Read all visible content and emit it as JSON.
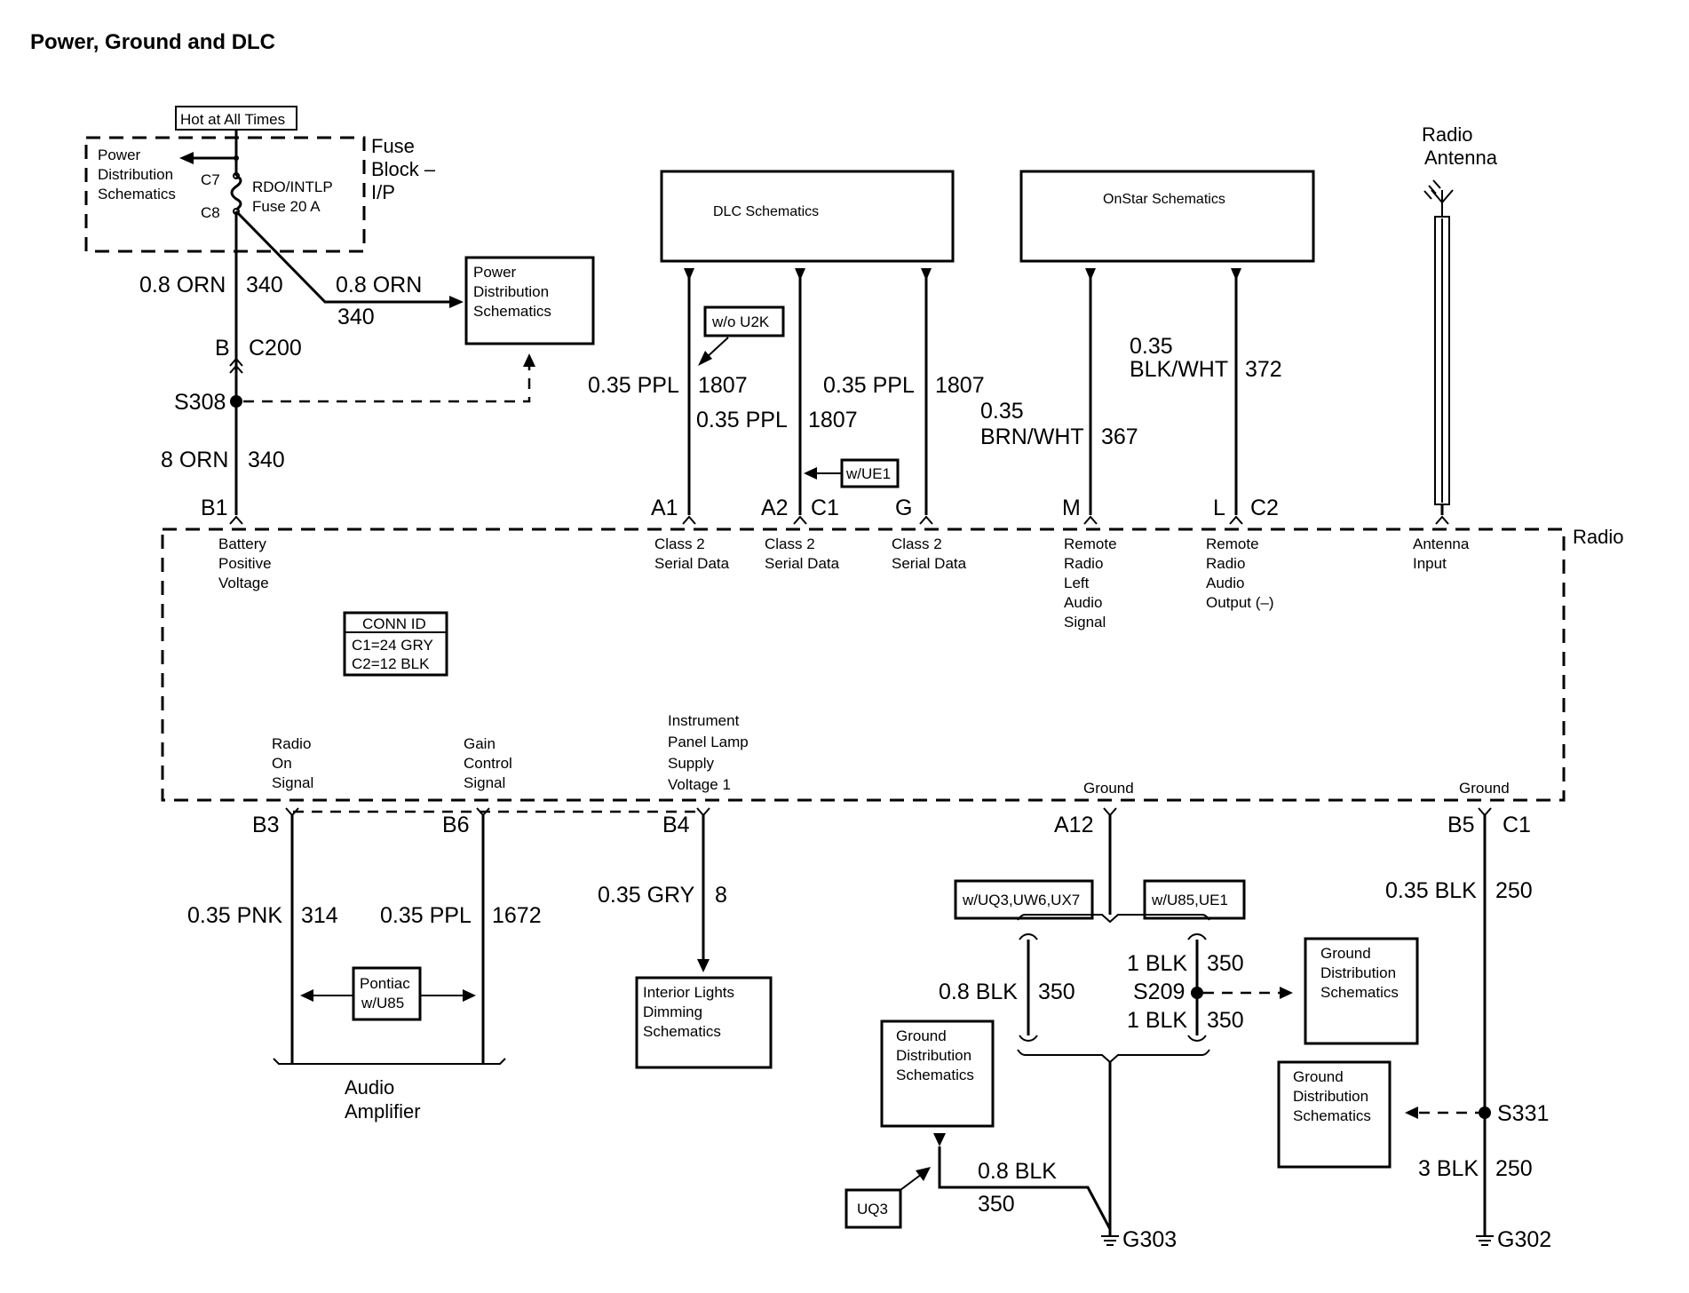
{
  "title": "Power, Ground and DLC",
  "hot_label": "Hot at All Times",
  "fuse_block": {
    "line1": "Fuse",
    "line2": "Block –",
    "line3": "I/P"
  },
  "power_dist": [
    "Power",
    "Distribution",
    "Schematics"
  ],
  "fuse": {
    "c7": "C7",
    "c8": "C8",
    "name": "RDO/INTLP",
    "rating": "Fuse 20 A"
  },
  "wires": {
    "w340a": "0.8 ORN",
    "c340a": "340",
    "w340b": "0.8 ORN",
    "c340b": "340",
    "conn_b": "B",
    "c200": "C200",
    "s308": "S308",
    "w340c": "8 ORN",
    "c340c": "340",
    "wo_u2k": "w/o U2K",
    "w1807a": "0.35 PPL",
    "c1807a": "1807",
    "w1807b": "0.35 PPL",
    "c1807b": "1807",
    "w1807c": "0.35 PPL",
    "c1807c": "1807",
    "w_ue1": "w/UE1",
    "w367a": "0.35",
    "w367b": "BRN/WHT",
    "c367": "367",
    "w372a": "0.35",
    "w372b": "BLK/WHT",
    "c372": "372"
  },
  "dlc_box": "DLC Schematics",
  "onstar_box": "OnStar Schematics",
  "antenna": {
    "line1": "Radio",
    "line2": "Antenna"
  },
  "top_pins": {
    "b1": "B1",
    "a1": "A1",
    "a2": "A2",
    "c1": "C1",
    "g": "G",
    "m": "M",
    "l": "L",
    "c2": "C2"
  },
  "radio_label": "Radio",
  "pin_labels": {
    "b1": [
      "Battery",
      "Positive",
      "Voltage"
    ],
    "a1": [
      "Class 2",
      "Serial Data"
    ],
    "a2": [
      "Class 2",
      "Serial Data"
    ],
    "g": [
      "Class 2",
      "Serial Data"
    ],
    "m": [
      "Remote",
      "Radio",
      "Left",
      "Audio",
      "Signal"
    ],
    "l": [
      "Remote",
      "Radio",
      "Audio",
      "Output (–)"
    ],
    "ant": [
      "Antenna",
      "Input"
    ],
    "b3": [
      "Radio",
      "On",
      "Signal"
    ],
    "b6": [
      "Gain",
      "Control",
      "Signal"
    ],
    "b4": [
      "Instrument",
      "Panel Lamp",
      "Supply",
      "Voltage 1"
    ],
    "a12": "Ground",
    "b5": "Ground"
  },
  "conn_id": {
    "title": "CONN ID",
    "c1": "C1=24 GRY",
    "c2": "C2=12 BLK"
  },
  "bottom_pins": {
    "b3": "B3",
    "b6": "B6",
    "b4": "B4",
    "a12": "A12",
    "b5": "B5",
    "c1": "C1"
  },
  "lower_wires": {
    "w314": "0.35 PNK",
    "c314": "314",
    "w1672": "0.35 PPL",
    "c1672": "1672",
    "w8": "0.35 GRY",
    "c8": "8",
    "w250a": "0.35 BLK",
    "c250a": "250",
    "w350a": "0.8 BLK",
    "c350a": "350",
    "w350b": "1 BLK",
    "c350b": "350",
    "s209": "S209",
    "w350c": "1 BLK",
    "c350c": "350",
    "w350d": "0.8 BLK",
    "c350d": "350",
    "s331": "S331",
    "w250b": "3 BLK",
    "c250b": "250"
  },
  "option_boxes": {
    "uq3uw6": "w/UQ3,UW6,UX7",
    "u85ue1": "w/U85,UE1",
    "uq3": "UQ3"
  },
  "pontiac": [
    "Pontiac",
    "w/U85"
  ],
  "audio_amp": [
    "Audio",
    "Amplifier"
  ],
  "interior_lights": [
    "Interior Lights",
    "Dimming",
    "Schematics"
  ],
  "ground_dist": [
    "Ground",
    "Distribution",
    "Schematics"
  ],
  "grounds": {
    "g303": "G303",
    "g302": "G302"
  }
}
